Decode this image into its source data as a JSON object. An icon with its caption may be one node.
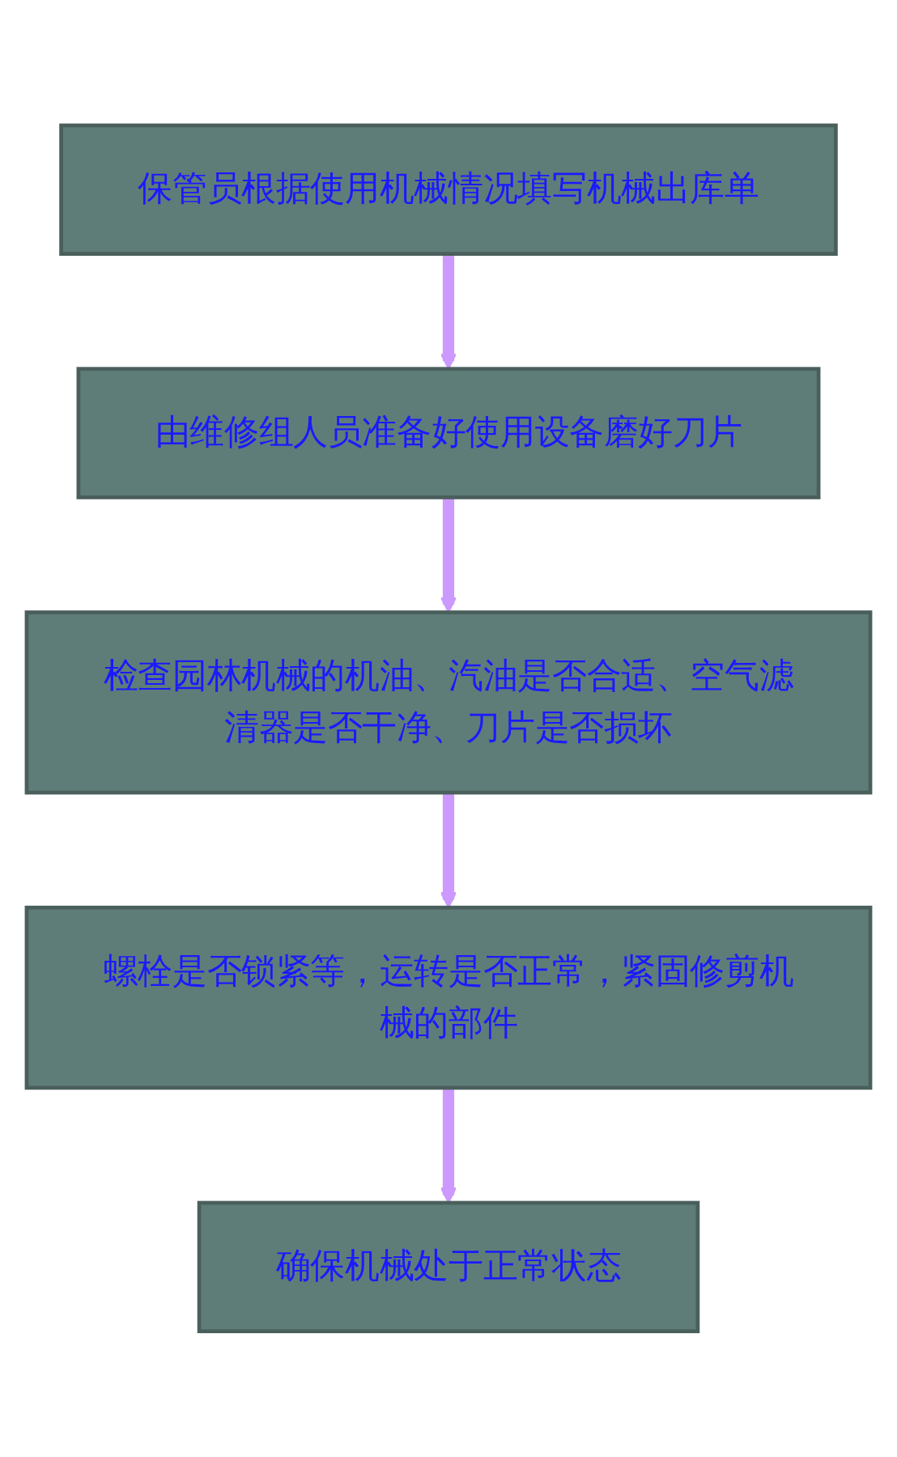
{
  "diagram": {
    "nodes": [
      {
        "text": [
          "保管员根据使用机械情况填写机械出库单"
        ]
      },
      {
        "text": [
          "由维修组人员准备好使用设备磨好刀片"
        ]
      },
      {
        "text": [
          "检查园林机械的机油、汽油是否合适、空气滤清器是否干净、刀片是否损坏"
        ]
      },
      {
        "text": [
          "螺栓是否锁紧等，运转是否正常，紧固修剪机械的部件"
        ]
      },
      {
        "text": [
          "确保机械处于正常状态"
        ]
      }
    ],
    "edges": [
      {
        "from": 0,
        "to": 1,
        "arrow": "to"
      },
      {
        "from": 1,
        "to": 2,
        "arrow": "to"
      },
      {
        "from": 2,
        "to": 3,
        "arrow": "to"
      },
      {
        "from": 3,
        "to": 4,
        "arrow": "to"
      }
    ]
  }
}
